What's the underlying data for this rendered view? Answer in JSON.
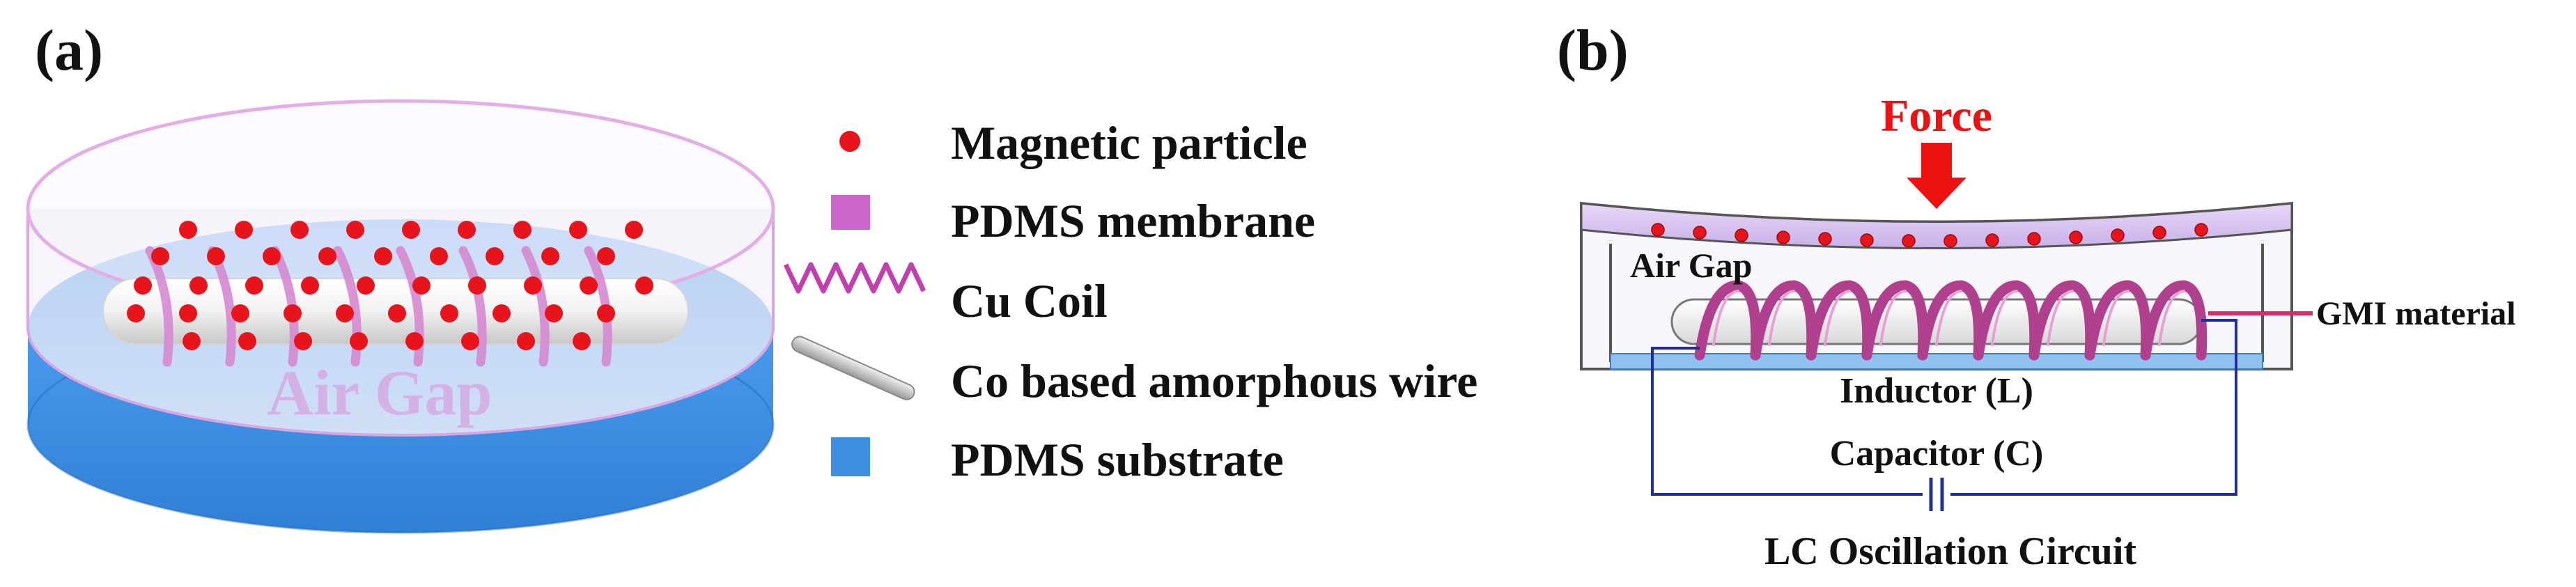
{
  "panel_a": {
    "label": "(a)",
    "air_gap_text": "Air Gap",
    "legend": [
      {
        "icon": "magnetic-particle-icon",
        "label": "Magnetic particle"
      },
      {
        "icon": "pdms-membrane-icon",
        "label": "PDMS membrane"
      },
      {
        "icon": "cu-coil-icon",
        "label": "Cu Coil"
      },
      {
        "icon": "amorphous-wire-icon",
        "label": "Co based amorphous wire"
      },
      {
        "icon": "pdms-substrate-icon",
        "label": "PDMS substrate"
      }
    ]
  },
  "panel_b": {
    "label": "(b)",
    "force_label": "Force",
    "air_gap_label": "Air Gap",
    "gmi_label": "GMI material",
    "inductor_label": "Inductor (L)",
    "capacitor_label": "Capacitor (C)",
    "circuit_label": "LC Oscillation Circuit"
  },
  "colors": {
    "particle": "#e8141c",
    "membrane": "#cc66cc",
    "coil": "#c040b0",
    "substrate": "#3d8de0",
    "force": "#ee1111",
    "circuit_wire": "#1f2f9a",
    "gmi_pointer": "#d0306a"
  }
}
